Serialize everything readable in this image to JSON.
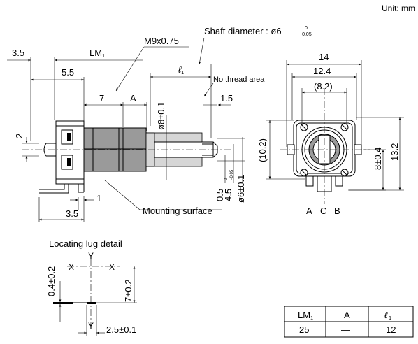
{
  "unit_label": "Unit: mm",
  "side_view": {
    "dim_3_5_top": "3.5",
    "dim_lm": "LM",
    "dim_lm_sub": "1",
    "dim_thread": "M9x0.75",
    "shaft_diameter_label": "Shaft diameter : ø6",
    "shaft_tol_upper": "0",
    "shaft_tol_lower": "−0.05",
    "dim_l1": "ℓ",
    "dim_l1_sub": "1",
    "no_thread_area": "No thread area",
    "dim_5_5": "5.5",
    "dim_7": "7",
    "dim_a": "A",
    "dim_1_5": "1.5",
    "dim_phi8": "ø8±0.1",
    "dim_2": "2",
    "dim_1": "1",
    "dim_3_5_bottom": "3.5",
    "dim_0_5": "0.5",
    "dim_4_5": "4.5",
    "dim_4_5_tol_upper": "0",
    "dim_4_5_tol_lower": "−0.05",
    "dim_phi6": "ø6±0.1",
    "mounting_surface": "Mounting surface"
  },
  "front_view": {
    "dim_14": "14",
    "dim_12_4": "12.4",
    "dim_8_2": "(8.2)",
    "dim_10_2": "(10.2)",
    "dim_8_0_4": "8±0.4",
    "dim_13_2": "13.2",
    "terminal_a": "A",
    "terminal_c": "C",
    "terminal_b": "B"
  },
  "lug_detail": {
    "title": "Locating lug detail",
    "axis_x_left": "X",
    "axis_x_right": "X",
    "axis_y_top": "Y",
    "axis_y_bottom": "Y",
    "dim_0_4": "0.4±0.2",
    "dim_7": "7±0.2",
    "dim_2_5": "2.5±0.1"
  },
  "table": {
    "headers": [
      "LM1",
      "A",
      "ℓ1"
    ],
    "rows": [
      [
        "25",
        "—",
        "12"
      ]
    ]
  }
}
